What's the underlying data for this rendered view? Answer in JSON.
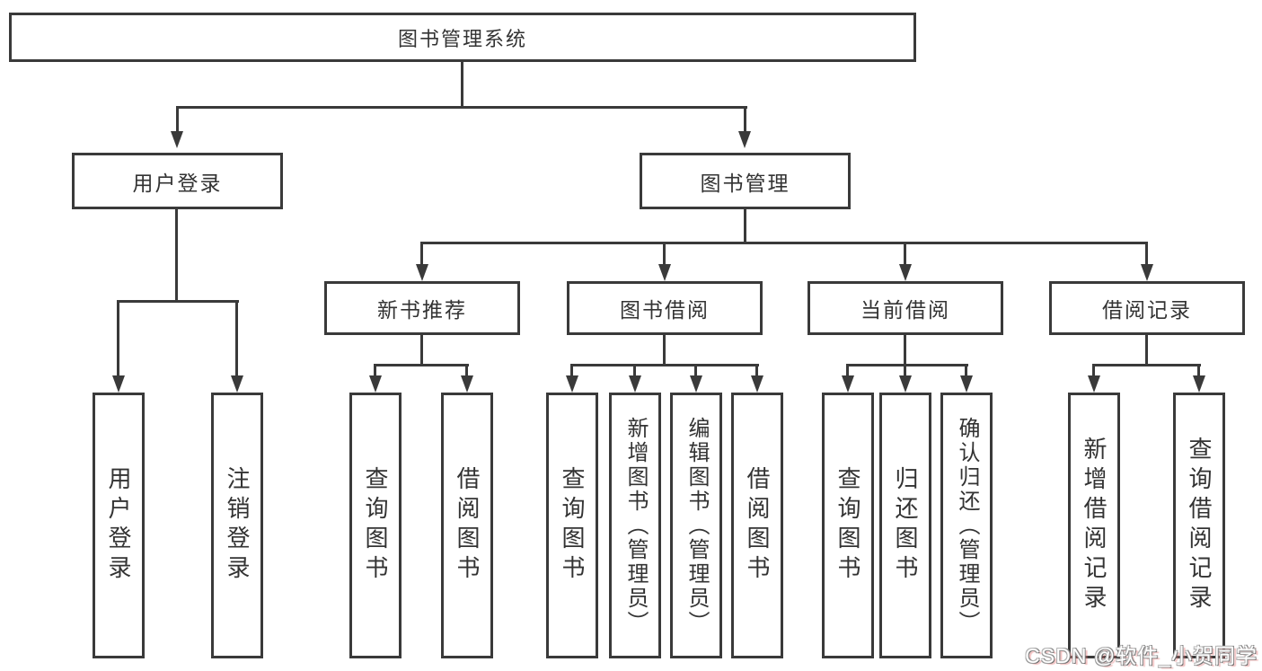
{
  "diagram": {
    "nodes": {
      "root": "图书管理系统",
      "user_login": "用户登录",
      "book_management": "图书管理",
      "new_book_recommend": "新书推荐",
      "book_borrow": "图书借阅",
      "current_borrow": "当前借阅",
      "borrow_records": "借阅记录",
      "leaf_user_login": "用户登录",
      "leaf_logout": "注销登录",
      "nb_query_books": "查询图书",
      "nb_borrow_books": "借阅图书",
      "bb_query_books": "查询图书",
      "bb_add_books_admin": "新增图书（管理员）",
      "bb_edit_books_admin": "编辑图书（管理员）",
      "bb_borrow_books": "借阅图书",
      "cb_query_books": "查询图书",
      "cb_return_books": "归还图书",
      "cb_confirm_return_admin": "确认归还（管理员）",
      "br_add_record": "新增借阅记录",
      "br_query_record": "查询借阅记录"
    },
    "colors": {
      "line": "#3a3a3a",
      "text": "#333333",
      "background": "#ffffff"
    }
  },
  "watermark": {
    "text": "CSDN @软件_小贺同学"
  }
}
